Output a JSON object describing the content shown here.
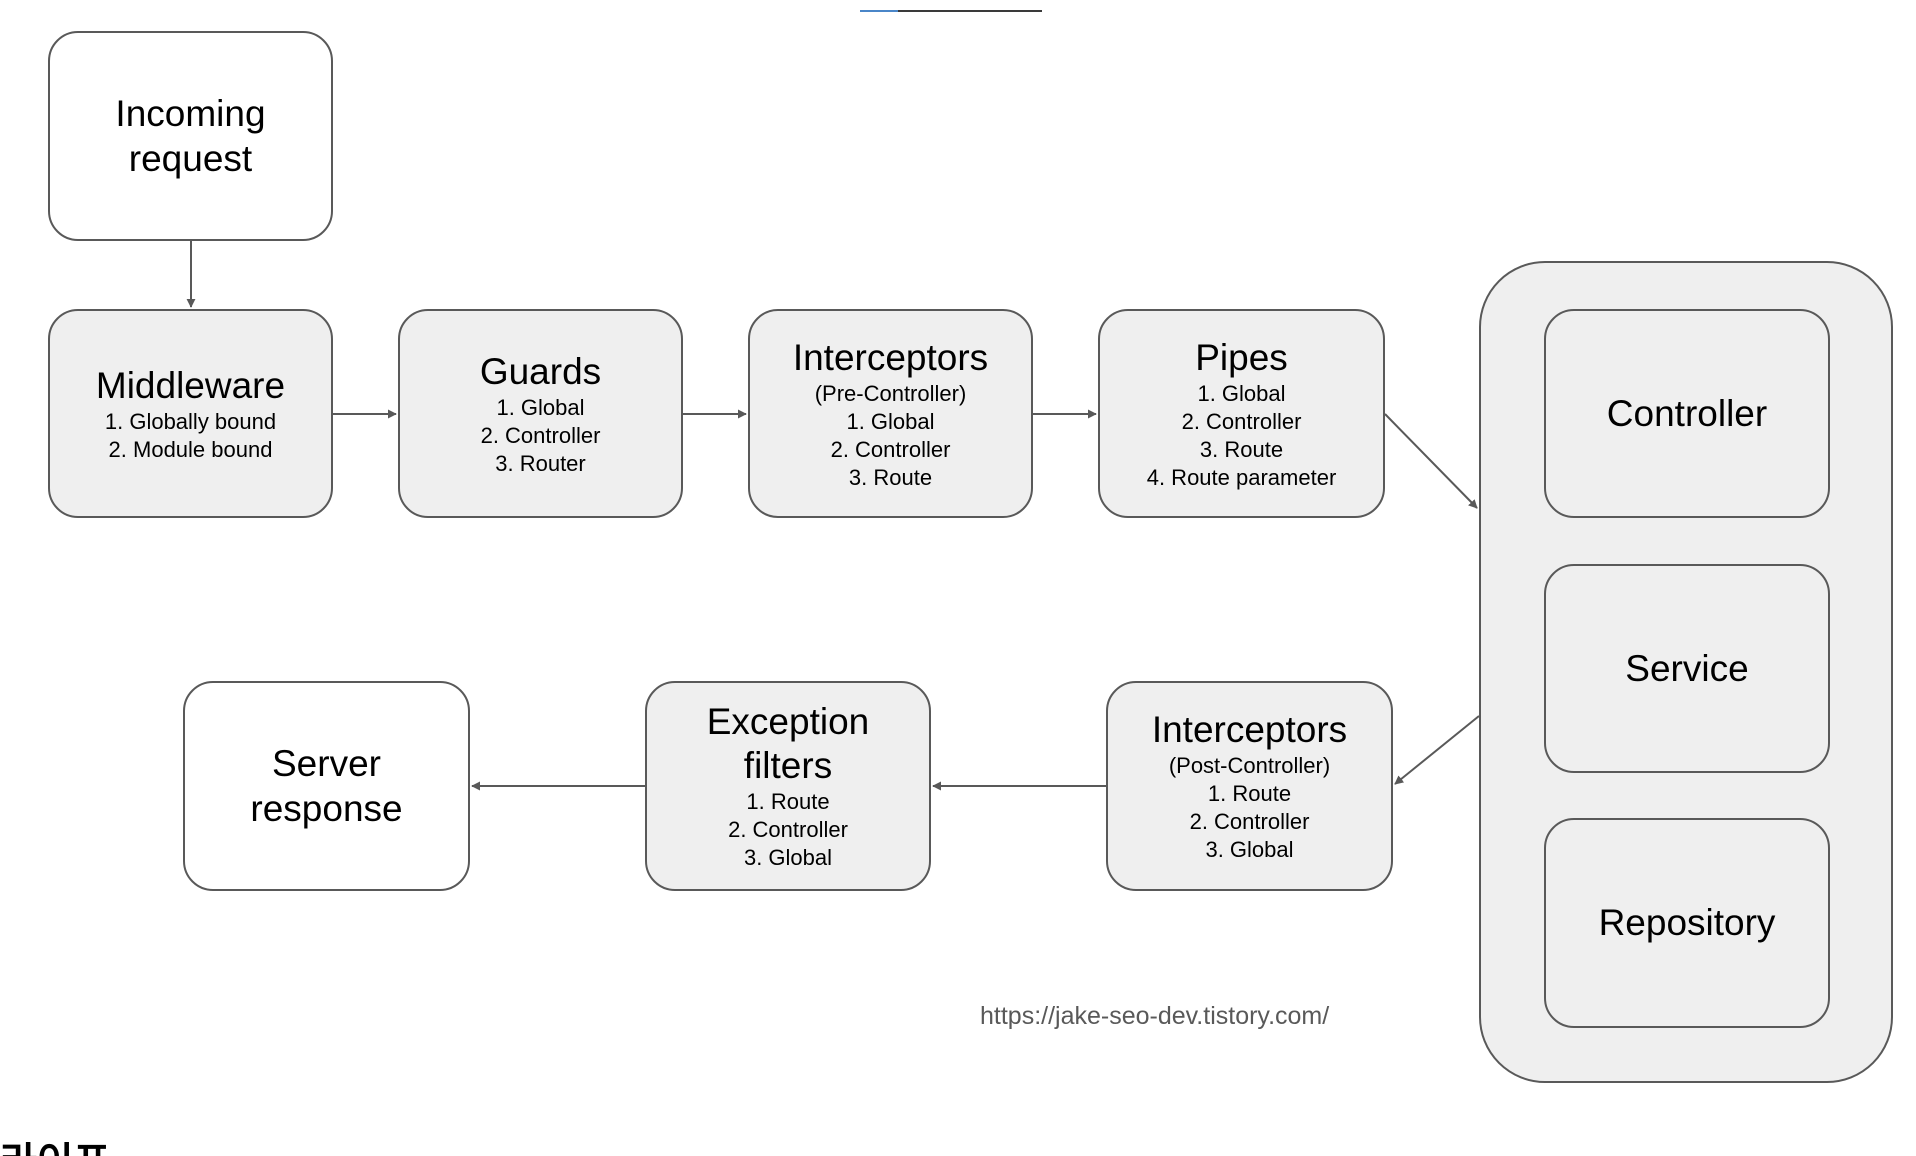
{
  "diagram": {
    "nodes": {
      "incoming": {
        "title": "Incoming request"
      },
      "middleware": {
        "title": "Middleware",
        "items": [
          "1. Globally bound",
          "2. Module bound"
        ]
      },
      "guards": {
        "title": "Guards",
        "items": [
          "1. Global",
          "2. Controller",
          "3. Router"
        ]
      },
      "interceptors_pre": {
        "title": "Interceptors",
        "subtitle": "(Pre-Controller)",
        "items": [
          "1. Global",
          "2. Controller",
          "3. Route"
        ]
      },
      "pipes": {
        "title": "Pipes",
        "items": [
          "1. Global",
          "2. Controller",
          "3. Route",
          "4. Route parameter"
        ]
      },
      "controller": {
        "title": "Controller"
      },
      "service": {
        "title": "Service"
      },
      "repository": {
        "title": "Repository"
      },
      "interceptors_post": {
        "title": "Interceptors",
        "subtitle": "(Post-Controller)",
        "items": [
          "1. Route",
          "2. Controller",
          "3. Global"
        ]
      },
      "exception_filters": {
        "title": "Exception filters",
        "items": [
          "1. Route",
          "2. Controller",
          "3. Global"
        ]
      },
      "server_response": {
        "title": "Server response"
      }
    },
    "edges": [
      {
        "from": "incoming",
        "to": "middleware"
      },
      {
        "from": "middleware",
        "to": "guards"
      },
      {
        "from": "guards",
        "to": "interceptors_pre"
      },
      {
        "from": "interceptors_pre",
        "to": "pipes"
      },
      {
        "from": "pipes",
        "to": "controller"
      },
      {
        "from": "controller",
        "to": "interceptors_post"
      },
      {
        "from": "interceptors_post",
        "to": "exception_filters"
      },
      {
        "from": "exception_filters",
        "to": "server_response"
      }
    ],
    "credit": "https://jake-seo-dev.tistory.com/"
  },
  "page": {
    "footer_heading": "라이프사이클"
  },
  "colors": {
    "box_fill": "#efefef",
    "box_white": "#ffffff",
    "stroke": "#595959"
  }
}
